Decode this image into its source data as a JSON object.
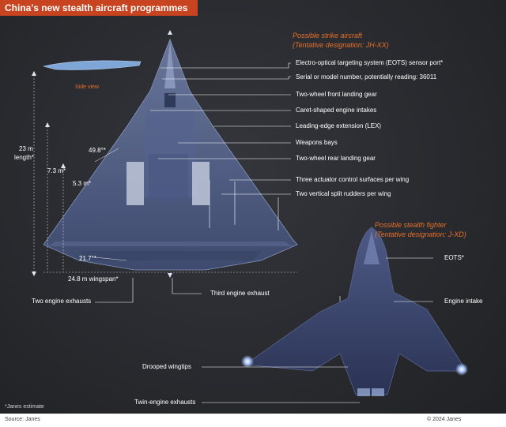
{
  "title": "China's new stealth aircraft programmes",
  "side_view_label": "Side view",
  "strike": {
    "heading1": "Possible strike aircraft",
    "heading2": "(Tentative designation: JH-XX)",
    "callouts": [
      "Electro-optical targeting system (EOTS) sensor port*",
      "Serial or model number, potentially reading: 36011",
      "Two-wheel front landing gear",
      "Caret-shaped engine intakes",
      "Leading-edge extension (LEX)",
      "Weapons bays",
      "Two-wheel rear landing gear",
      "Three actuator control surfaces per wing",
      "Two vertical split rudders per wing"
    ]
  },
  "dimensions": {
    "length": "23 m",
    "length_suffix": "length*",
    "d73": "7.3 m*",
    "d53": "5.3 m*",
    "angle_top": "49.8°*",
    "angle_bottom": "21.7°*",
    "wingspan": "24.8 m wingspan*"
  },
  "exhausts": {
    "two": "Two engine exhausts",
    "third": "Third engine exhaust"
  },
  "fighter": {
    "heading1": "Possible stealth fighter",
    "heading2": "(Tentative designation: J-XD)",
    "eots": "EOTS*",
    "intake": "Engine intake",
    "wingtips": "Drooped wingtips",
    "twin": "Twin-engine exhausts"
  },
  "footnote": "*Janes estimate",
  "source": "Source: Janes",
  "copyright": "© 2024 Janes",
  "colors": {
    "accent": "#e8702a",
    "title_bar": "#c8431f",
    "bg": "#2a2b2f",
    "aircraft": "#4a5a80",
    "leader": "#ffffff"
  }
}
